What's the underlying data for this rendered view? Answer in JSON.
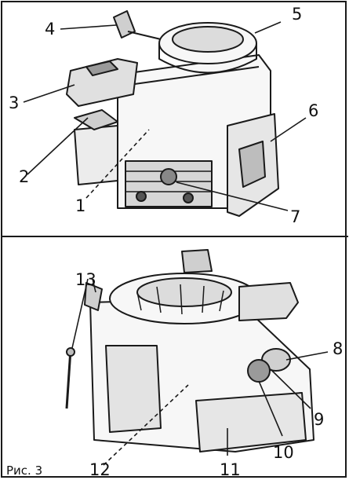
{
  "figure": {
    "caption": "Рис. 3",
    "callouts": {
      "c1": "1",
      "c2": "2",
      "c3": "3",
      "c4": "4",
      "c5": "5",
      "c6": "6",
      "c7": "7",
      "c8": "8",
      "c9": "9",
      "c10": "10",
      "c11": "11",
      "c12": "12",
      "c13": "13"
    }
  },
  "colors": {
    "line": "#1a1a1a",
    "fill": "#f7f7f7",
    "shade": "#d9d9d9"
  }
}
